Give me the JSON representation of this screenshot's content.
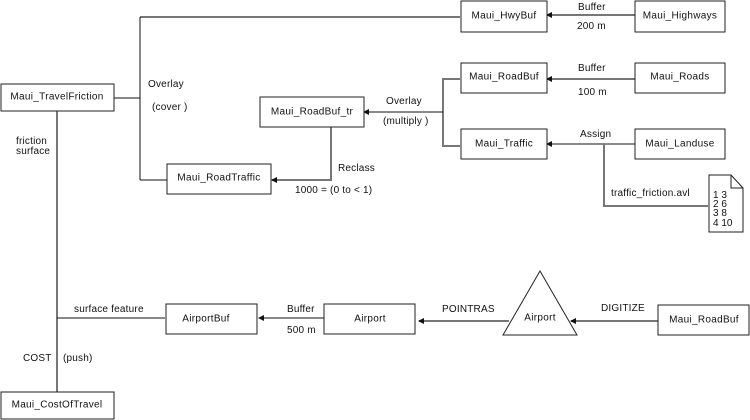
{
  "nodes": {
    "travel_friction": "Maui_TravelFriction",
    "hwy_buf": "Maui_HwyBuf",
    "highways": "Maui_Highways",
    "road_buf": "Maui_RoadBuf",
    "roads": "Maui_Roads",
    "road_buf_tr": "Maui_RoadBuf_tr",
    "traffic": "Maui_Traffic",
    "landuse": "Maui_Landuse",
    "road_traffic": "Maui_RoadTraffic",
    "airport_buf": "AirportBuf",
    "airport_raster": "Airport",
    "airport_vector": "Airport",
    "road_buf_src": "Maui_RoadBuf",
    "cost_of_travel": "Maui_CostOfTravel"
  },
  "edges": {
    "overlay_cover": {
      "op": "Overlay",
      "param": "(cover )"
    },
    "buffer_hwy": {
      "op": "Buffer",
      "param": "200 m"
    },
    "buffer_roads": {
      "op": "Buffer",
      "param": "100 m"
    },
    "overlay_multiply": {
      "op": "Overlay",
      "param": "(multiply )"
    },
    "assign": {
      "op": "Assign",
      "file": "traffic_friction.avl"
    },
    "reclass": {
      "op": "Reclass",
      "param": "1000 = (0 to < 1)"
    },
    "friction_surface": {
      "line1": "friction",
      "line2": "surface"
    },
    "surface_feature": "surface feature",
    "buffer_airport": {
      "op": "Buffer",
      "param": "500 m"
    },
    "pointras": "POINTRAS",
    "digitize": "DIGITIZE",
    "cost": {
      "op": "COST",
      "param": "(push)"
    }
  },
  "lookup_table": {
    "rows": [
      "1 3",
      "2 6",
      "3 8",
      "4 10"
    ]
  }
}
